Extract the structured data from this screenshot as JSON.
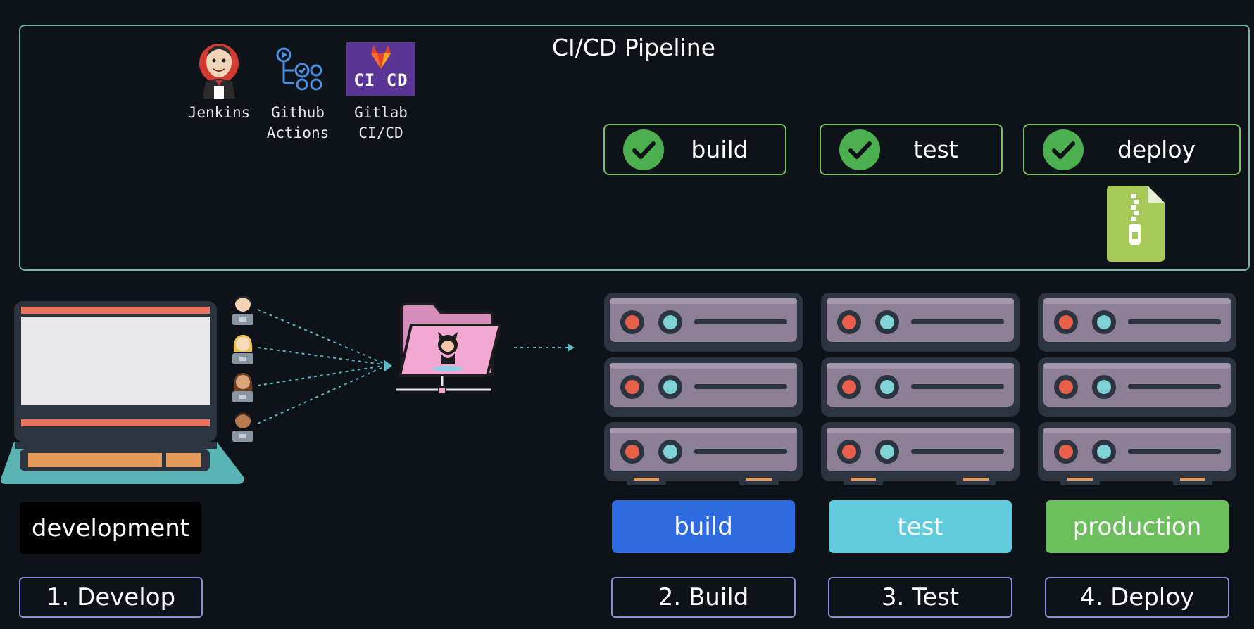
{
  "pipeline": {
    "title": "CI/CD Pipeline"
  },
  "tools": [
    {
      "label_line1": "Jenkins",
      "label_line2": ""
    },
    {
      "label_line1": "Github",
      "label_line2": "Actions"
    },
    {
      "label_line1": "Gitlab",
      "label_line2": "CI/CD"
    }
  ],
  "gitlab_logo_text": "CI CD",
  "stages": [
    {
      "label": "build",
      "status": "passed"
    },
    {
      "label": "test",
      "status": "passed"
    },
    {
      "label": "deploy",
      "status": "passed"
    }
  ],
  "environments": [
    {
      "label": "development",
      "color": "#000000"
    },
    {
      "label": "build",
      "color": "#2f6be0"
    },
    {
      "label": "test",
      "color": "#5fcbdc"
    },
    {
      "label": "production",
      "color": "#6cbf5c"
    }
  ],
  "steps": [
    {
      "label": "1. Develop"
    },
    {
      "label": "2. Build"
    },
    {
      "label": "3. Test"
    },
    {
      "label": "4. Deploy"
    }
  ],
  "colors": {
    "background": "#0d1319",
    "pipeline_border": "#6cb6a7",
    "stage_border": "#7fbf5e",
    "check_green": "#4caf50",
    "step_border": "#8f8fd8",
    "server_body": "#8d7f96",
    "server_dark": "#2c3440",
    "led_red": "#e8604c",
    "led_cyan": "#7fd3d6"
  },
  "icons": {
    "jenkins": "jenkins-icon",
    "github_actions": "github-actions-icon",
    "gitlab": "gitlab-cicd-icon",
    "check": "check-circle-icon",
    "artifact": "zip-file-icon",
    "laptop": "laptop-icon",
    "developer": "developer-avatar-icon",
    "repo": "github-repo-folder-icon",
    "server": "server-rack-icon"
  }
}
